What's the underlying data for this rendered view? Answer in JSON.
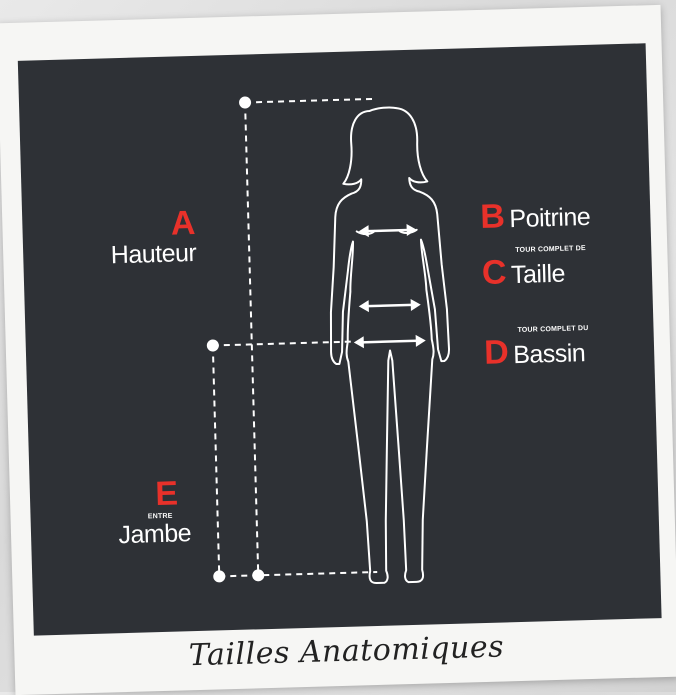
{
  "measurements": [
    {
      "letter": "A",
      "small": "",
      "word": "Hauteur"
    },
    {
      "letter": "B",
      "small": "",
      "word": "Poitrine"
    },
    {
      "letter": "C",
      "small": "TOUR COMPLET DE",
      "word": "Taille"
    },
    {
      "letter": "D",
      "small": "TOUR COMPLET DU",
      "word": "Bassin"
    },
    {
      "letter": "E",
      "small": "ENTRE",
      "word": "Jambe"
    }
  ],
  "caption": "Tailles Anatomiques",
  "colors": {
    "background": "#2e3136",
    "accent": "#e8312a",
    "line": "#ffffff"
  }
}
